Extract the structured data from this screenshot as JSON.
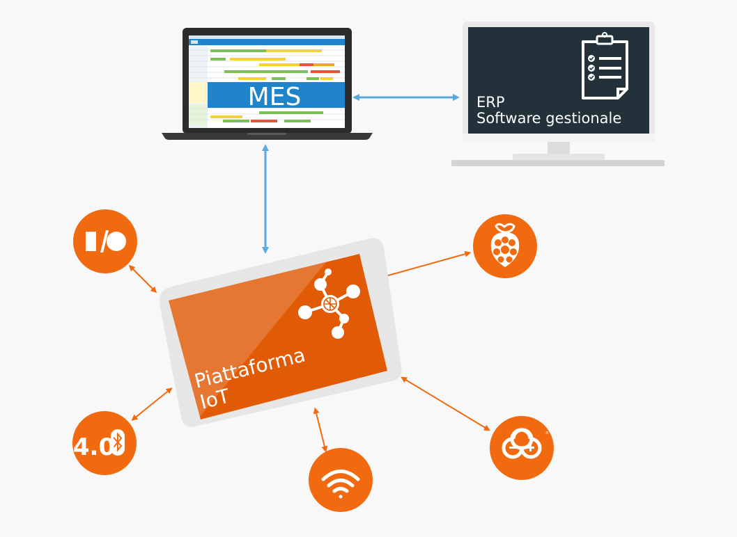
{
  "mes": {
    "label": "MES"
  },
  "erp": {
    "title": "ERP",
    "subtitle": "Software gestionale"
  },
  "iot": {
    "line1": "Piattaforma",
    "line2": "IoT"
  },
  "devices": {
    "bluetooth": {
      "label": "4.0"
    }
  },
  "colors": {
    "background": "#f8f8f8",
    "orange": "#f26a0f",
    "orange_dark": "#e15a05",
    "blue_arrow": "#5aa9e0",
    "mes_blue": "#1f84c9",
    "dark_screen": "#22313a"
  },
  "icons": {
    "io": "io-logo-icon",
    "raspberry": "raspberry-pi-icon",
    "bluetooth": "bluetooth-4-icon",
    "wifi": "wifi-icon",
    "arduino": "arduino-icon",
    "clipboard": "clipboard-checklist-icon",
    "network": "network-nodes-icon"
  }
}
